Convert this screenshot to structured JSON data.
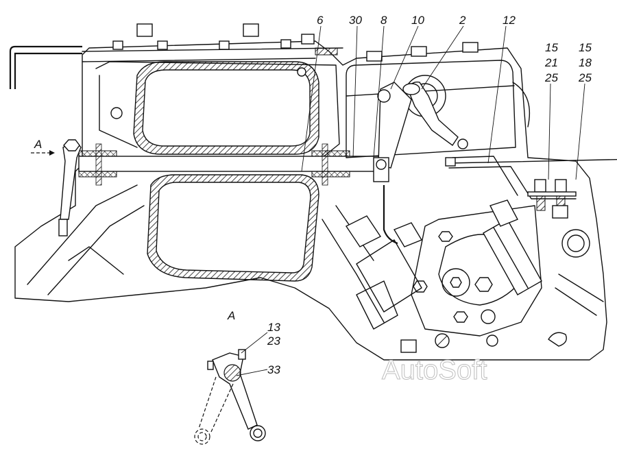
{
  "diagram": {
    "subject": "engine fuel pump control linkage assembly",
    "view_label": "A",
    "arrow_label": "A",
    "callouts_top": [
      "6",
      "30",
      "8",
      "10",
      "2",
      "12"
    ],
    "callout_stack_left": [
      "15",
      "21",
      "25"
    ],
    "callout_stack_right": [
      "15",
      "18",
      "25"
    ],
    "detail_callouts": {
      "upper": [
        "13",
        "23"
      ],
      "lower": "33"
    },
    "watermark": "AutoSoft",
    "colors": {
      "line": "#111111",
      "background": "#ffffff",
      "watermark": "#bdbdbd"
    }
  }
}
